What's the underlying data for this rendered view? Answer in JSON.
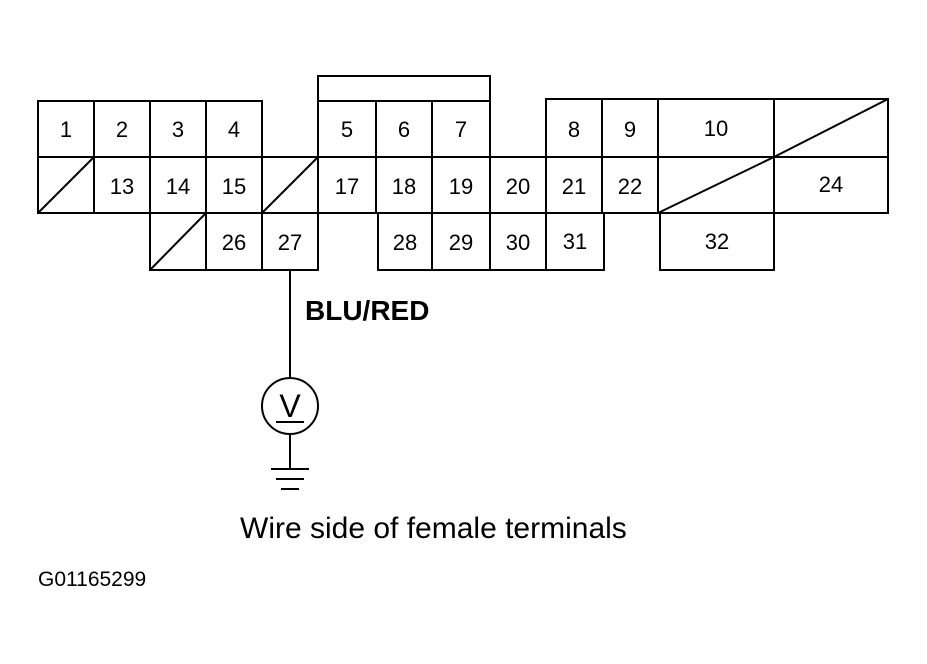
{
  "connector": {
    "terminals": [
      "1",
      "2",
      "3",
      "4",
      "5",
      "6",
      "7",
      "8",
      "9",
      "10",
      "13",
      "14",
      "15",
      "17",
      "18",
      "19",
      "20",
      "21",
      "22",
      "24",
      "26",
      "27",
      "28",
      "29",
      "30",
      "31",
      "32"
    ]
  },
  "wire_label": "BLU/RED",
  "meter_symbol": "V",
  "caption": "Wire side of female terminals",
  "figure_id": "G01165299"
}
